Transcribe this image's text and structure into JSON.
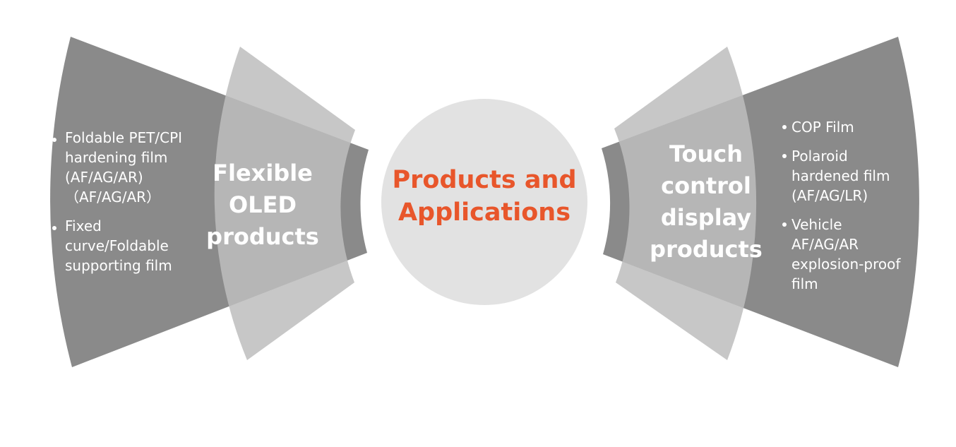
{
  "center": {
    "title_lines": [
      "Products and",
      "Applications"
    ],
    "color": "#e8562b"
  },
  "left": {
    "title_lines": [
      "Flexible",
      "OLED",
      "products"
    ],
    "bullets": [
      {
        "lines": [
          "Foldable PET/CPI",
          "hardening film",
          "(AF/AG/AR)",
          "（AF/AG/AR）"
        ]
      },
      {
        "lines": [
          "Fixed",
          "curve/Foldable",
          "supporting film"
        ]
      }
    ]
  },
  "right": {
    "title_lines": [
      "Touch",
      "control",
      "display",
      "products"
    ],
    "bullets": [
      {
        "lines": [
          "COP Film"
        ]
      },
      {
        "lines": [
          "Polaroid",
          "hardened film",
          "(AF/AG/LR)"
        ]
      },
      {
        "lines": [
          "Vehicle",
          "AF/AG/AR",
          "explosion-proof",
          "film"
        ]
      }
    ]
  },
  "colors": {
    "outer_fan": "#8a8a8a",
    "inner_fan": "#b9b9b9",
    "center_circle": "#e2e2e2"
  }
}
